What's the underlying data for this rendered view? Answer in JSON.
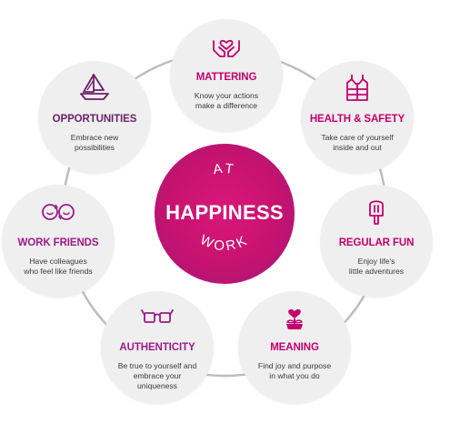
{
  "center": {
    "top_word": "AT",
    "main_word": "HAPPINESS",
    "bottom_word": "WORK"
  },
  "colors": {
    "primary": "#c4006e",
    "accent": "#9b1b8a",
    "circle_bg": "#efefef",
    "ring": "#bdbdbd"
  },
  "nodes": {
    "mattering": {
      "title": "MATTERING",
      "desc": "Know your actions\nmake a difference",
      "icon": "hands-heart-icon"
    },
    "health": {
      "title": "HEALTH & SAFETY",
      "desc": "Take care of yourself\ninside and out",
      "icon": "life-vest-icon"
    },
    "fun": {
      "title": "REGULAR FUN",
      "desc": "Enjoy life's\nlittle adventures",
      "icon": "ice-pop-icon"
    },
    "meaning": {
      "title": "MEANING",
      "desc": "Find joy and purpose\nin what you do",
      "icon": "heart-plant-icon"
    },
    "authenticity": {
      "title": "AUTHENTICITY",
      "desc": "Be true to yourself and\nembrace your\nuniqueness",
      "icon": "glasses-icon"
    },
    "friends": {
      "title": "WORK FRIENDS",
      "desc": "Have colleagues\nwho feel like friends",
      "icon": "friends-loop-icon"
    },
    "opportunities": {
      "title": "OPPORTUNITIES",
      "desc": "Embrace new\npossibilities",
      "icon": "sailboat-icon"
    }
  }
}
